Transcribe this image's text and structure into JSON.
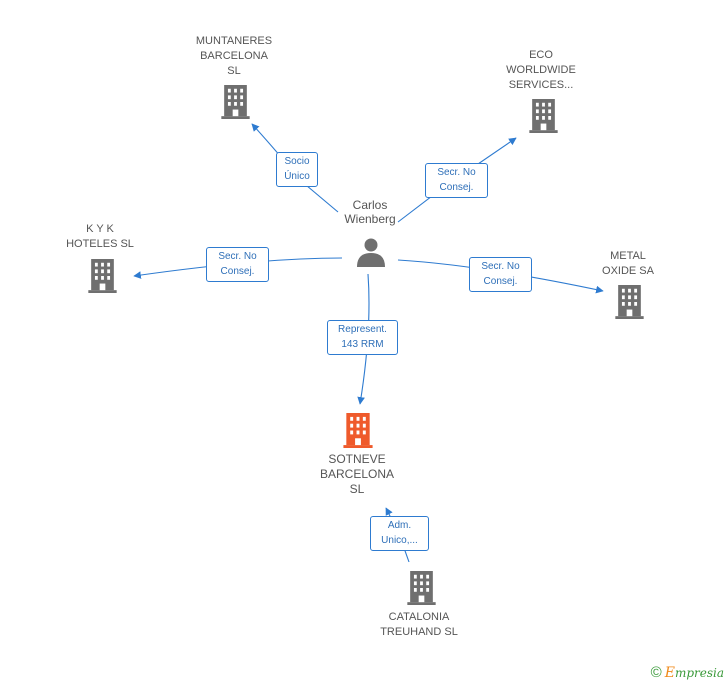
{
  "colors": {
    "edge": "#2e7bd0",
    "building": "#6f6f6f",
    "focus": "#ef5a2b",
    "person": "#6f6f6f"
  },
  "nodes": {
    "person": {
      "label": "Carlos\nWienberg",
      "icon": "person-icon"
    },
    "muntaneres": {
      "label": "MUNTANERES\nBARCELONA\nSL",
      "icon": "building-icon"
    },
    "eco": {
      "label": "ECO\nWORLDWIDE\nSERVICES...",
      "icon": "building-icon"
    },
    "kyk": {
      "label": "K Y K\nHOTELES SL",
      "icon": "building-icon"
    },
    "metal": {
      "label": "METAL\nOXIDE SA",
      "icon": "building-icon"
    },
    "sotneve": {
      "label": "SOTNEVE\nBARCELONA\nSL",
      "icon": "building-icon"
    },
    "catalonia": {
      "label": "CATALONIA\nTREUHAND SL",
      "icon": "building-icon"
    }
  },
  "edges": {
    "muntaneres": "Socio\nÚnico",
    "eco": "Secr.  No\nConsej.",
    "kyk": "Secr.  No\nConsej.",
    "metal": "Secr.  No\nConsej.",
    "sotneve": "Represent.\n143 RRM",
    "catalonia": "Adm.\nUnico,..."
  },
  "footer": {
    "copyright": "©",
    "brand_initial": "E",
    "brand_rest": "mpresia"
  }
}
